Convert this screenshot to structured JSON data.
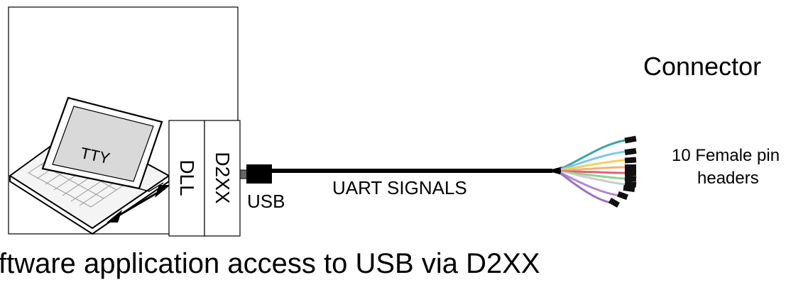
{
  "labels": {
    "connector": "Connector",
    "pins": "10 Female pin",
    "pins_2": "headers",
    "tty": "TTY",
    "dll": "DLL",
    "d2xx": "D2XX",
    "usb": "USB",
    "uart": "UART SIGNALS",
    "caption": "ftware application access to USB via D2XX"
  },
  "colors": {
    "line": "#000000",
    "screen": "#d9d9d9",
    "wires": [
      "#3aa6a6",
      "#7ec8ec",
      "#f2d25a",
      "#f0b27a",
      "#e0607a",
      "#8fd28f",
      "#ffffff",
      "#c0a0d8",
      "#9a6fc0",
      "#b0b0b0"
    ]
  }
}
